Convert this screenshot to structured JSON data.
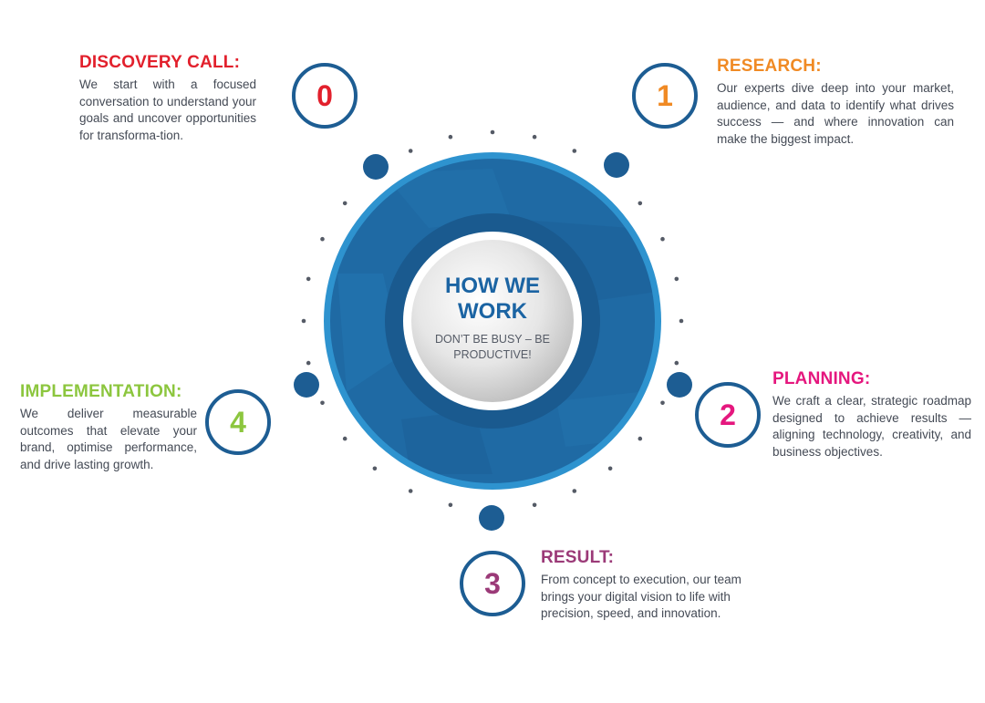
{
  "center": {
    "title_line1": "HOW WE",
    "title_line2": "WORK",
    "subtitle_line1": "DON’T BE BUSY – BE",
    "subtitle_line2": "PRODUCTIVE!"
  },
  "colors": {
    "ring_primary": "#1f6aa4",
    "ring_dark": "#1a5a8f",
    "ring_light": "#2e93cf",
    "badge_border": "#1d5d93",
    "step0": "#e2202c",
    "step1": "#f08a24",
    "step2": "#e5177e",
    "step3": "#9b3a78",
    "step4": "#8cc63e"
  },
  "steps": [
    {
      "number": "0",
      "title": "DISCOVERY CALL:",
      "text": "We start with a focused conversation to understand your goals and uncover opportunities for transforma-tion."
    },
    {
      "number": "1",
      "title": "RESEARCH:",
      "text": "Our experts dive deep into your market, audience, and data to identify what drives success — and where innovation can make the biggest impact."
    },
    {
      "number": "2",
      "title": "PLANNING:",
      "text": "We craft a clear, strategic roadmap designed to achieve results — aligning technology, creativity, and business objectives."
    },
    {
      "number": "3",
      "title": "RESULT:",
      "text": "From concept to execution, our team brings your digital vision to life with precision, speed, and innovation."
    },
    {
      "number": "4",
      "title": "IMPLEMENTATION:",
      "text": "We deliver measurable outcomes that elevate your brand, optimise performance, and drive lasting growth."
    }
  ]
}
